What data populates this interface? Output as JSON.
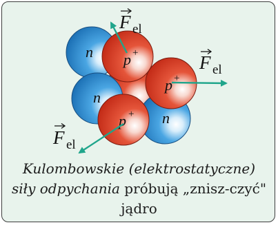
{
  "labels": {
    "force": "F",
    "force_subscript": "el",
    "proton": "p",
    "proton_charge": "+",
    "neutron": "n"
  },
  "caption": {
    "italic_part": "Kulombowskie (elektrostatyczne) siły odpychania",
    "upright_part": " próbują „znisz-czyć\" jądro"
  },
  "colors": {
    "proton": "#e0432b",
    "neutron": "#2e8fd3",
    "arrow": "#1fa58b",
    "background": "#e8f3ec",
    "border": "#3c3c3c"
  }
}
